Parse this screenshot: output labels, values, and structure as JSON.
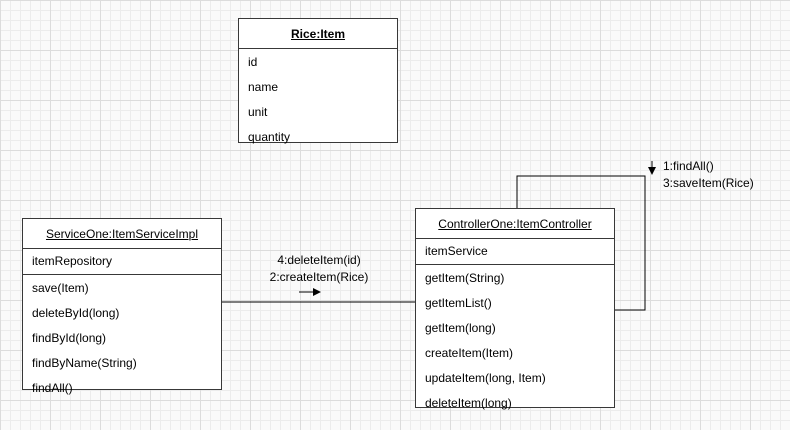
{
  "classes": {
    "rice": {
      "title": "Rice:Item",
      "attributes": [
        "id",
        "name",
        "unit",
        "quantity"
      ]
    },
    "service": {
      "title": "ServiceOne:ItemServiceImpl",
      "field": "itemRepository",
      "methods": [
        "save(Item)",
        "deleteById(long)",
        "findById(long)",
        "findByName(String)",
        "findAll()"
      ]
    },
    "controller": {
      "title": "ControllerOne:ItemController",
      "field": "itemService",
      "methods": [
        "getItem(String)",
        "getItemList()",
        "getItem(long)",
        "createItem(Item)",
        "updateItem(long, Item)",
        "deleteItem(long)"
      ]
    }
  },
  "edges": {
    "service_to_controller": {
      "line1": "4:deleteItem(id)",
      "line2": "2:createItem(Rice)"
    },
    "controller_self_loop": {
      "line1": "1:findAll()",
      "line2": "3:saveItem(Rice)"
    }
  },
  "colors": {
    "box_border": "#383838",
    "box_fill": "#ffffff",
    "connector": "#000000",
    "grid_line": "#dcdcdc",
    "background": "#fafafa",
    "text": "#000000"
  }
}
